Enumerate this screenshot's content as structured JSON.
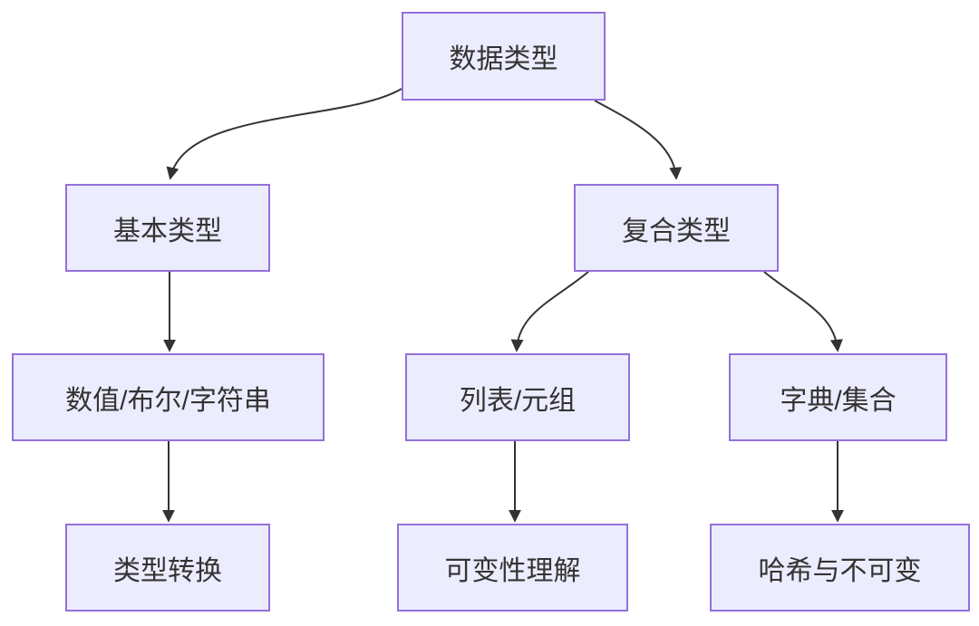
{
  "diagram": {
    "type": "flowchart",
    "direction": "top-down",
    "nodes": [
      {
        "id": "data-types",
        "label": "数据类型"
      },
      {
        "id": "basic-types",
        "label": "基本类型"
      },
      {
        "id": "composite-types",
        "label": "复合类型"
      },
      {
        "id": "num-bool-str",
        "label": "数值/布尔/字符串"
      },
      {
        "id": "list-tuple",
        "label": "列表/元组"
      },
      {
        "id": "dict-set",
        "label": "字典/集合"
      },
      {
        "id": "type-conversion",
        "label": "类型转换"
      },
      {
        "id": "mutability",
        "label": "可变性理解"
      },
      {
        "id": "hash-immutable",
        "label": "哈希与不可变"
      }
    ],
    "edges": [
      {
        "from": "数据类型",
        "to": "基本类型"
      },
      {
        "from": "数据类型",
        "to": "复合类型"
      },
      {
        "from": "基本类型",
        "to": "数值/布尔/字符串"
      },
      {
        "from": "数值/布尔/字符串",
        "to": "类型转换"
      },
      {
        "from": "复合类型",
        "to": "列表/元组"
      },
      {
        "from": "复合类型",
        "to": "字典/集合"
      },
      {
        "from": "列表/元组",
        "to": "可变性理解"
      },
      {
        "from": "字典/集合",
        "to": "哈希与不可变"
      }
    ],
    "colors": {
      "node_fill": "#ECECFF",
      "node_border": "#9370DB",
      "text": "#333333",
      "edge": "#333333",
      "background": "#FFFFFF"
    }
  }
}
